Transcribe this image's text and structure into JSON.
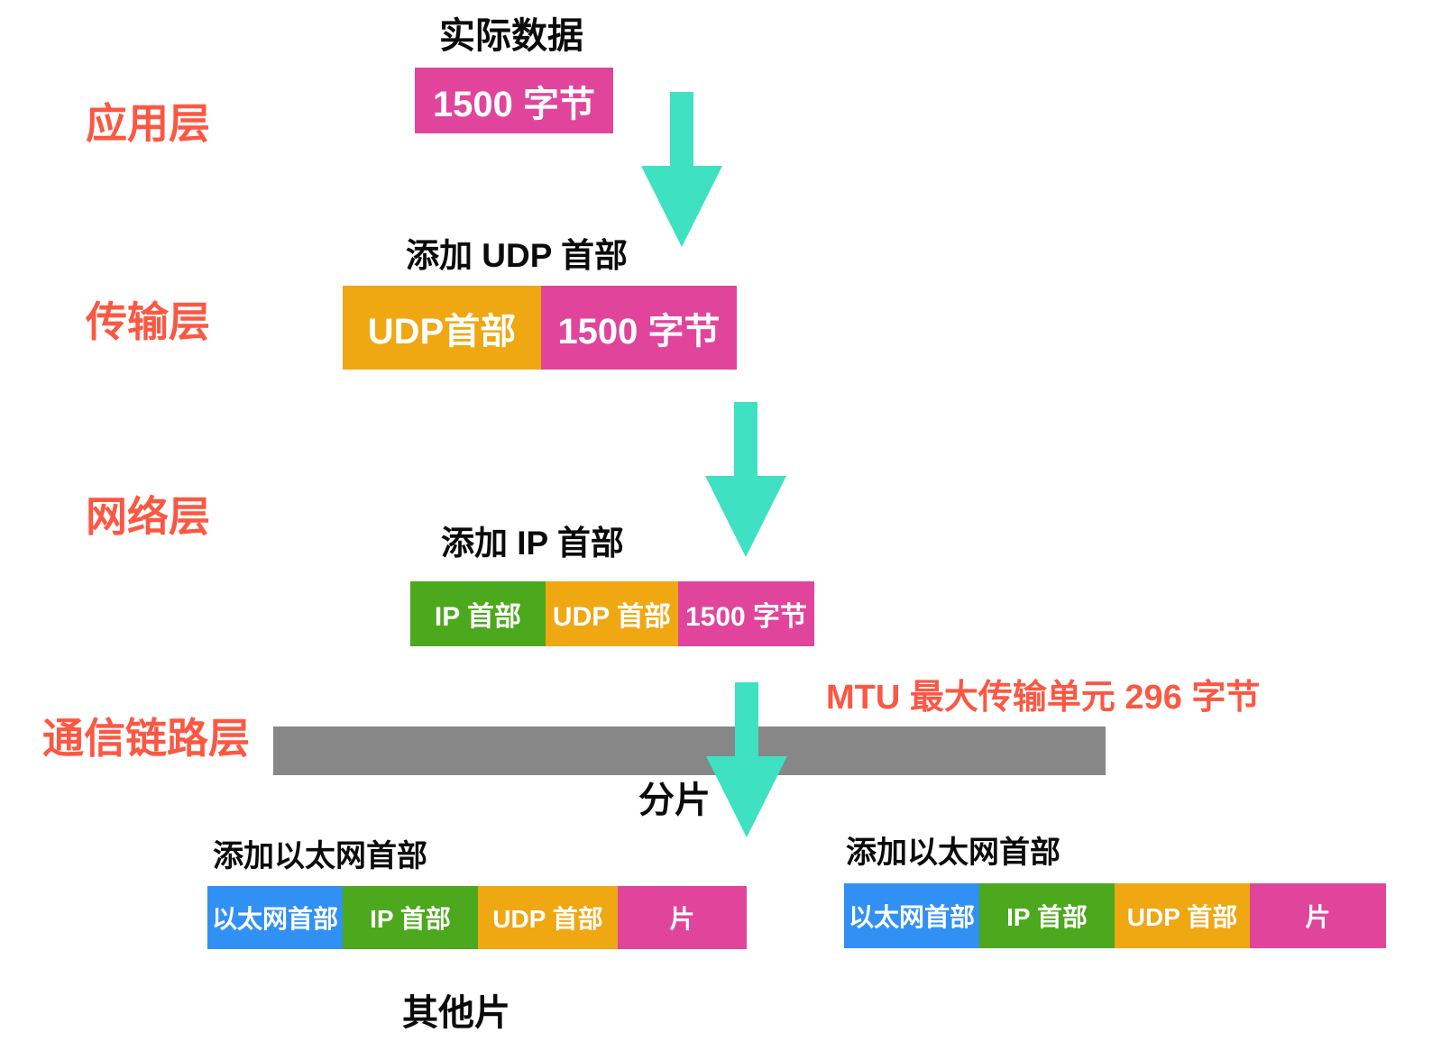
{
  "palette": {
    "pink": "#E0459B",
    "orange": "#EFA712",
    "green": "#4CA81C",
    "blue": "#3190F4",
    "arrow_teal": "#3EE1C2",
    "layer_label_red": "#FA5843",
    "link_bar_gray": "#878787",
    "heading_black": "#0B0B0B"
  },
  "application": {
    "layer_label": "应用层",
    "title": "实际数据",
    "segments": [
      {
        "label": "1500 字节",
        "color": "pink"
      }
    ]
  },
  "transport": {
    "layer_label": "传输层",
    "title": "添加 UDP 首部",
    "segments": [
      {
        "label": "UDP首部",
        "color": "orange"
      },
      {
        "label": "1500 字节",
        "color": "pink"
      }
    ]
  },
  "network": {
    "layer_label": "网络层",
    "title": "添加 IP 首部",
    "segments": [
      {
        "label": "IP 首部",
        "color": "green"
      },
      {
        "label": "UDP 首部",
        "color": "orange"
      },
      {
        "label": "1500 字节",
        "color": "pink"
      }
    ]
  },
  "link": {
    "layer_label": "通信链路层",
    "mtu_note": "MTU 最大传输单元 296 字节",
    "fragment_action": "分片"
  },
  "fragments": {
    "left": {
      "title": "添加以太网首部",
      "segments": [
        {
          "label": "以太网首部",
          "color": "blue"
        },
        {
          "label": "IP 首部",
          "color": "green"
        },
        {
          "label": "UDP 首部",
          "color": "orange"
        },
        {
          "label": "片",
          "color": "pink"
        }
      ]
    },
    "right": {
      "title": "添加以太网首部",
      "segments": [
        {
          "label": "以太网首部",
          "color": "blue"
        },
        {
          "label": "IP 首部",
          "color": "green"
        },
        {
          "label": "UDP 首部",
          "color": "orange"
        },
        {
          "label": "片",
          "color": "pink"
        }
      ]
    },
    "other_fragments_label": "其他片"
  }
}
